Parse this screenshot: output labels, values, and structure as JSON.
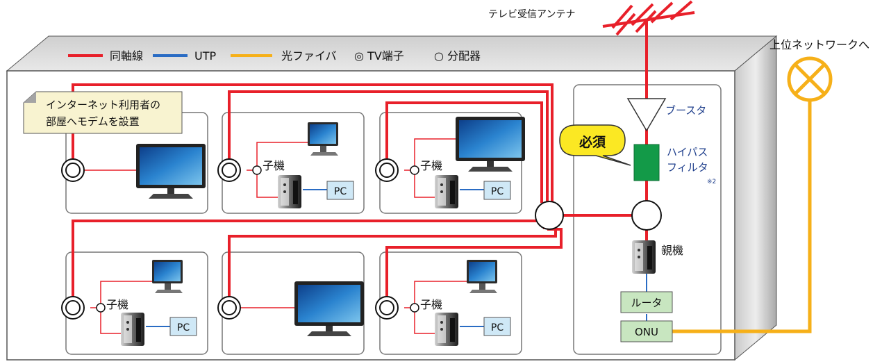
{
  "antenna_label": "テレビ受信アンテナ",
  "upper_network_label": "上位ネットワークへ",
  "legend": {
    "coax": "同軸線",
    "utp": "UTP",
    "fiber": "光ファイバ",
    "tv_outlet": "◎ TV端子",
    "splitter": "○ 分配器"
  },
  "callout_modem": [
    "インターネット利用者の",
    "部屋へモデムを設置"
  ],
  "required_badge": "必須",
  "booster_label": "ブースタ",
  "hpf_label": [
    "ハイパス",
    "フィルタ"
  ],
  "hpf_note": "※2",
  "parent_unit_label": "親機",
  "router_label": "ルータ",
  "onu_label": "ONU",
  "child_unit_label": "子機",
  "pc_label": "PC",
  "colors": {
    "coax": "#e8202a",
    "utp": "#2a6cc4",
    "fiber": "#f6b019",
    "hpf": "#139a48",
    "box_fill": "#c8e6c0",
    "pc_fill": "#cfe8f6",
    "callout_fill": "#f8f3d0",
    "badge_fill": "#fbe823"
  },
  "icons": [
    "tv-icon",
    "monitor-icon",
    "modem-icon",
    "pc-box",
    "splitter-circle",
    "tv-outlet",
    "antenna-icon",
    "network-cloud-icon"
  ]
}
